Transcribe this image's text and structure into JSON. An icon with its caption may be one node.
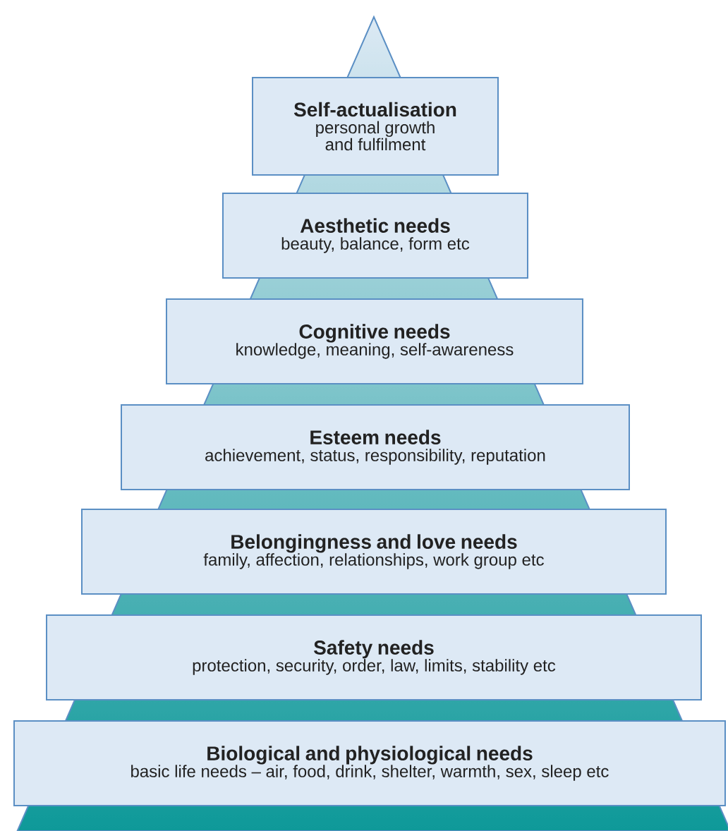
{
  "diagram": {
    "nodes": [
      {
        "text": [
          "Self-actualisation",
          "personal growth and fulfilment"
        ]
      },
      {
        "text": [
          "Aesthetic needs",
          "beauty, balance, form etc"
        ]
      },
      {
        "text": [
          "Cognitive needs",
          "knowledge, meaning, self-awareness"
        ]
      },
      {
        "text": [
          "Esteem needs",
          "achievement, status, responsibility, reputation"
        ]
      },
      {
        "text": [
          "Belongingness and love needs",
          "family, affection, relationships, work group etc"
        ]
      },
      {
        "text": [
          "Safety needs",
          "protection, security, order, law, limits, stability etc"
        ]
      },
      {
        "text": [
          "Biological and physiological needs",
          "basic life needs – air, food, drink, shelter, warmth, sex, sleep etc"
        ]
      }
    ]
  }
}
